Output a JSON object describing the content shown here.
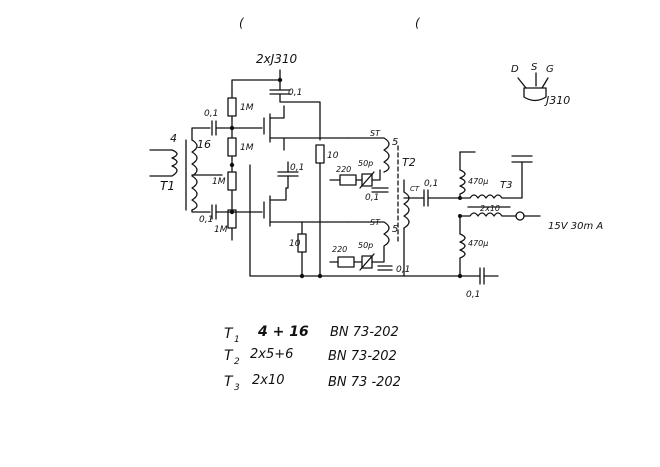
{
  "top_marks": [
    "(",
    "("
  ],
  "fet_label": "2xJ310",
  "j310_pins": {
    "d": "D",
    "s": "S",
    "g": "G",
    "part": "J310"
  },
  "components": {
    "c_top": "0,1",
    "c_in1": "0,1",
    "c_in2": "0,1",
    "r1": "1M",
    "r2": "1M",
    "r3": "1M",
    "r4": "1M",
    "c_gate2": "0,1",
    "r_src1": "10",
    "r_src2": "10",
    "r220_a": "220",
    "r220_b": "220",
    "c50p_a": "50p",
    "c50p_b": "50p",
    "c01_a": "0,1",
    "c01_b": "0,1",
    "c01_ct": "0,1",
    "c01_out": "0,1",
    "l470_a": "470μ",
    "l470_b": "470μ",
    "t1_turns_a": "4",
    "t1_turns_b": "16",
    "t1": "T1",
    "t2": "T2",
    "t3": "T3",
    "st_a": "ST",
    "st_b": "ST",
    "s_a": "5",
    "s_b": "5",
    "ct": "CT",
    "t3_winding": "2x10",
    "supply": "15V 30m A"
  },
  "legend": [
    {
      "t": "T",
      "sub": "1",
      "winding": "4 + 16",
      "core": "BN 73-202"
    },
    {
      "t": "T",
      "sub": "2",
      "winding": "2x5+6",
      "core": "BN 73-202"
    },
    {
      "t": "T",
      "sub": "3",
      "winding": "2x10",
      "core": "BN 73 -202"
    }
  ]
}
